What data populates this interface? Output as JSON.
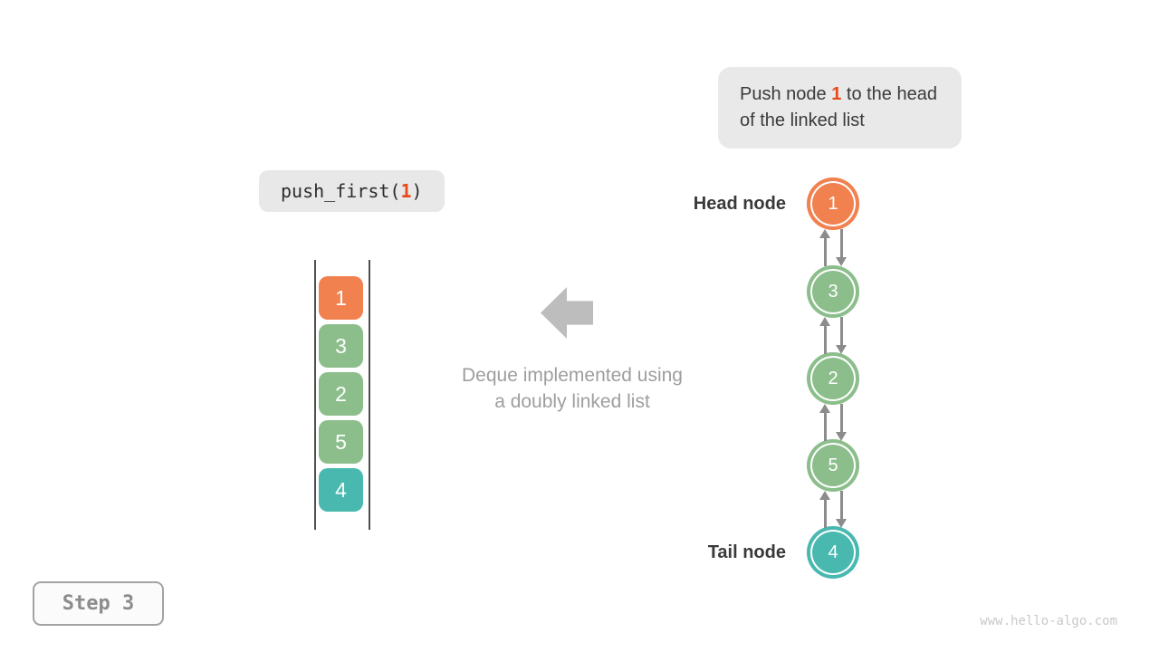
{
  "callout": {
    "prefix": "Push node ",
    "highlight": "1",
    "suffix": " to the head of the linked list"
  },
  "code": {
    "prefix": "push_first(",
    "arg": "1",
    "suffix": ")"
  },
  "stack": {
    "items": [
      {
        "value": "1",
        "color": "#F1814F"
      },
      {
        "value": "3",
        "color": "#8CBE8C"
      },
      {
        "value": "2",
        "color": "#8CBE8C"
      },
      {
        "value": "5",
        "color": "#8CBE8C"
      },
      {
        "value": "4",
        "color": "#49B9B0"
      }
    ]
  },
  "deque_note": {
    "line1": "Deque implemented using",
    "line2": "a doubly linked list"
  },
  "linked_list": {
    "head_label": "Head node",
    "tail_label": "Tail node",
    "nodes": [
      {
        "value": "1",
        "color": "#F1814F"
      },
      {
        "value": "3",
        "color": "#8CBE8C"
      },
      {
        "value": "2",
        "color": "#8CBE8C"
      },
      {
        "value": "5",
        "color": "#8CBE8C"
      },
      {
        "value": "4",
        "color": "#49B9B0"
      }
    ]
  },
  "step_badge": {
    "label": "Step 3"
  },
  "watermark": "www.hello-algo.com",
  "colors": {
    "highlight": "#E64A19",
    "callout_bg": "#E9E9E9",
    "code_bg": "#E8E8E8",
    "block_arrow": "#BDBDBD",
    "link_arrow": "#8C8C8C",
    "rail": "#4F4F4F",
    "text_dark": "#3A3A3A",
    "note_gray": "#9E9E9E",
    "step_gray": "#8C8C8C",
    "watermark_gray": "#C9C9C9"
  }
}
